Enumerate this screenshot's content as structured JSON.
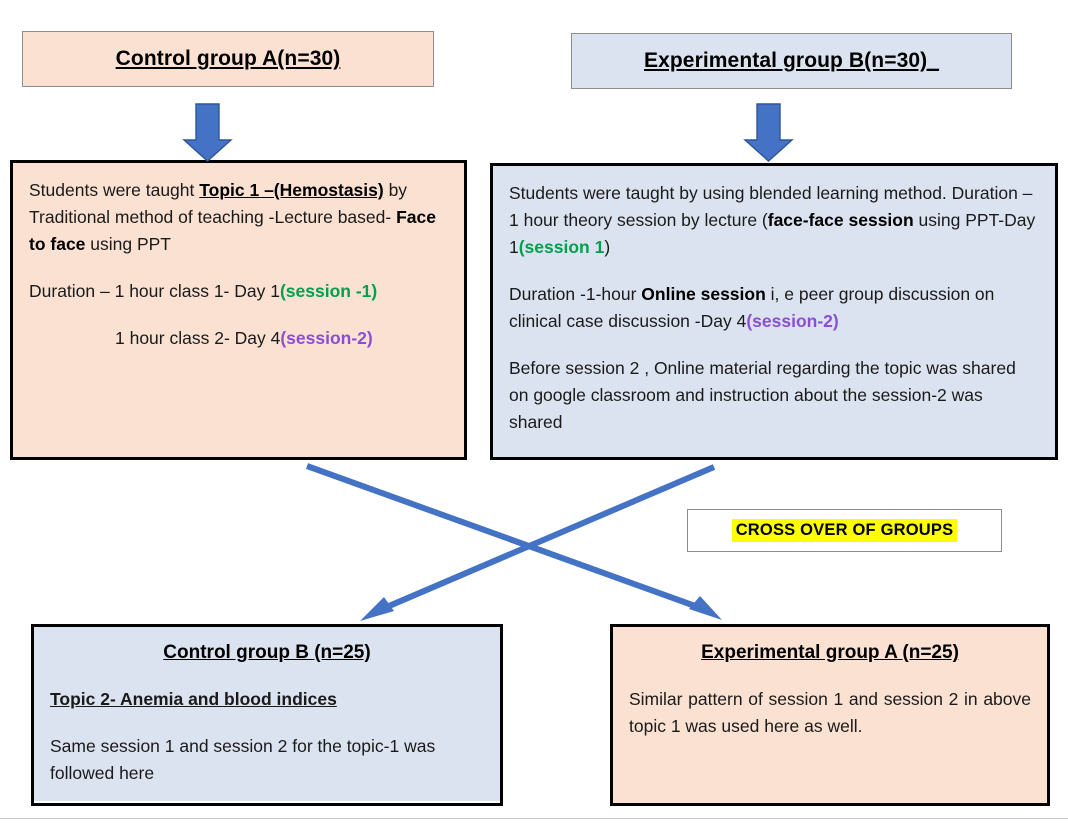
{
  "diagram": {
    "title": "Crossover study design flowchart",
    "colors": {
      "peach_fill": "#fae1d2",
      "blue_fill": "#dce3f0",
      "arrow_blue": "#4472c4",
      "highlight_yellow": "#ffff00",
      "session1_green": "#00a050",
      "session2_purple": "#8a4fd3",
      "border_black": "#000000"
    },
    "top_left_header": {
      "label": "Control group A(n=30)"
    },
    "top_right_header": {
      "label": "Experimental group B(n=30)_"
    },
    "left_box": {
      "para1_a": "Students were taught ",
      "para1_topic": "Topic 1 –(Hemostasis)",
      "para1_b": " by Traditional method of teaching -Lecture based- ",
      "para1_bold": "Face to face",
      "para1_c": " using PPT",
      "para2_a": "Duration – 1 hour class 1- Day 1",
      "para2_session": "(session -1)",
      "para3_a": "1 hour class 2- Day 4",
      "para3_session": "(session-2)"
    },
    "right_box": {
      "para1_a": "Students were taught by using blended learning method. Duration – 1 hour theory session by lecture (",
      "para1_bold": "face-face session",
      "para1_b": " using PPT-Day 1",
      "para1_session": "(session 1",
      "para1_c": ")",
      "para2_a": "Duration -1-hour ",
      "para2_bold": "Online session",
      "para2_b": " i, e peer group discussion on clinical case discussion -Day 4",
      "para2_session": "(session-2)",
      "para3": "Before session 2 , Online material regarding the topic was shared on google classroom and instruction about the session-2 was shared"
    },
    "crossover_label": "CROSS OVER OF GROUPS",
    "bottom_left_box": {
      "title": "Control group B (n=25)",
      "subhead": "Topic 2- Anemia and blood indices",
      "body": "Same session 1 and session 2 for the topic-1 was followed here"
    },
    "bottom_right_box": {
      "title": "Experimental group A (n=25)",
      "body": "Similar pattern of session 1 and session 2 in above topic 1 was used here as well."
    },
    "arrows": {
      "down_left": "down-block-arrow",
      "down_right": "down-block-arrow",
      "cross_left_to_right": "diagonal-arrow",
      "cross_right_to_left": "diagonal-arrow"
    }
  }
}
